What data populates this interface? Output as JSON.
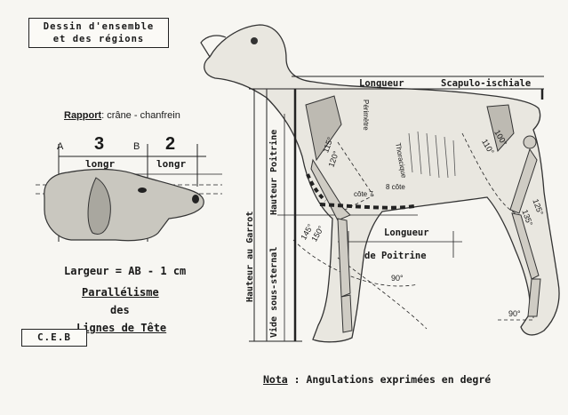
{
  "title_box": {
    "line1": "Dessin d'ensemble",
    "line2": "et des régions"
  },
  "rapport": {
    "label": "Rapport",
    "text": ": crâne - chanfrein"
  },
  "head": {
    "point_a": "A",
    "point_b": "B",
    "num_3": "3",
    "num_2": "2",
    "longr_1": "longr",
    "longr_2": "longr"
  },
  "largeur": "Largeur = AB - 1 cm",
  "parallelisme": {
    "line1": "Parallélisme",
    "line2": "des",
    "line3": "Lignes de Tête"
  },
  "ceb": "C.E.B",
  "nota": {
    "label": "Nota",
    "text": ": Angulations exprimées en degré"
  },
  "dog_labels": {
    "longueur_top": "Longueur",
    "scapulo": "Scapulo-ischiale",
    "perimetre": "Périmètre",
    "thoracique": "Thoracique",
    "cote_7": "côte 7",
    "cote_8": "8 côte",
    "hauteur_garrot": "Hauteur au Garrot",
    "hauteur_poitrine": "Hauteur Poitrine",
    "vide_sous_sternal": "Vide sous-sternal",
    "longueur_poitrine": "Longueur",
    "de_poitrine": "de Poitrine",
    "ang_115": "115°",
    "ang_120": "120°",
    "ang_145": "145°",
    "ang_150": "150°",
    "ang_90a": "90°",
    "ang_90b": "90°",
    "ang_110": "110°",
    "ang_100": "100°",
    "ang_125": "125°",
    "ang_135": "135°"
  }
}
